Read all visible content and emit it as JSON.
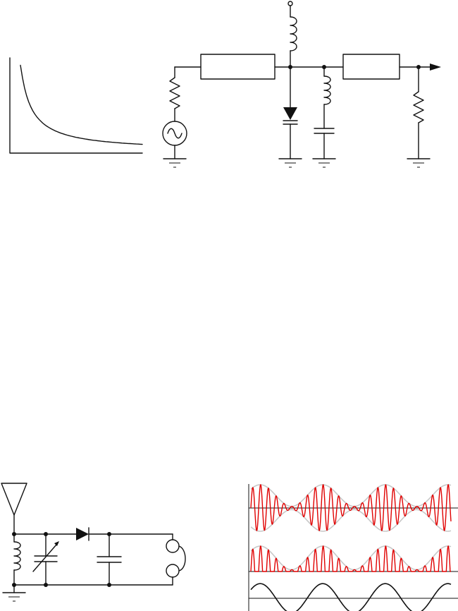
{
  "figure": {
    "panels": [
      {
        "id": "decay-curve",
        "description_visible": false
      },
      {
        "id": "rf-detector-circuit"
      },
      {
        "id": "crystal-radio-circuit"
      },
      {
        "id": "am-waveforms"
      }
    ]
  },
  "colors": {
    "line": "#111111",
    "carrier": "#e00000",
    "envelope": "#c8c8c8",
    "background": "#ffffff"
  },
  "chart_data": [
    {
      "type": "line",
      "title": "",
      "xlabel": "",
      "ylabel": "",
      "series": [
        {
          "x": [
            0.08,
            0.2,
            0.35,
            0.5,
            0.65,
            0.8,
            1.0
          ],
          "values": [
            1.0,
            0.62,
            0.42,
            0.3,
            0.22,
            0.17,
            0.12
          ]
        }
      ],
      "grid": false
    },
    {
      "type": "line",
      "title": "",
      "xlabel": "",
      "ylabel": "",
      "carrier_cycles_per_envelope": 7,
      "envelope_cycles": 3,
      "traces": [
        "am-modulated",
        "half-wave-rectified",
        "demodulated"
      ],
      "grid": false
    }
  ]
}
